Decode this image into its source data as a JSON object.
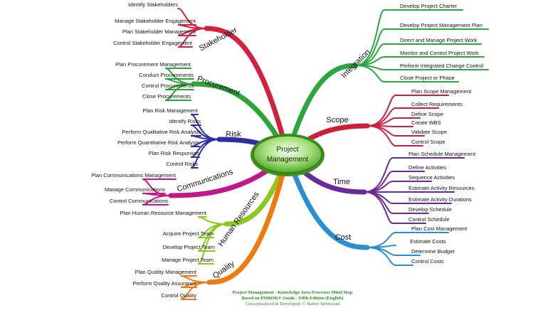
{
  "center": {
    "line1": "Project",
    "line2": "Management"
  },
  "areas": [
    {
      "label": "Stakeholder",
      "color": "#d2213f",
      "processes": [
        "Identify Stakeholders",
        "Manage Stakeholder Engagement",
        "Plan Stakeholder Management",
        "Control Stakeholder Engagement"
      ]
    },
    {
      "label": "Procurement",
      "color": "#2da53a",
      "processes": [
        "Plan Procurement Management",
        "Conduct Procurements",
        "Control Procurements",
        "Close Procurements"
      ]
    },
    {
      "label": "Risk",
      "color": "#2b2fa6",
      "processes": [
        "Plan Risk Management",
        "Identify Risks",
        "Perform Qualitative Risk Analysis",
        "Perform Quantitative Risk Analysis",
        "Plan Risk Responses",
        "Control Risks"
      ]
    },
    {
      "label": "Communications",
      "color": "#c2178a",
      "processes": [
        "Plan Communications Management",
        "Manage Communications",
        "Control Communications"
      ]
    },
    {
      "label": "Human Resources",
      "color": "#8cc91e",
      "processes": [
        "Plan Human Resource Management",
        "Acquire Project Team",
        "Develop Project Team",
        "Manage Project Team"
      ]
    },
    {
      "label": "Quality",
      "color": "#f07a10",
      "processes": [
        "Plan Quality Management",
        "Perform Quality Assurance",
        "Control Quality"
      ]
    },
    {
      "label": "Integration",
      "color": "#2aa640",
      "processes": [
        "Develop Project Charter",
        "Develop Project Management Plan",
        "Direct and Manage Project Work",
        "Monitor and Control Project Work",
        "Perform Integrated Change Control",
        "Close Project or Phase"
      ]
    },
    {
      "label": "Scope",
      "color": "#cc1f3c",
      "processes": [
        "Plan Scope Management",
        "Collect Requirements",
        "Define Scope",
        "Create WBS",
        "Validate Scope",
        "Control Scope"
      ]
    },
    {
      "label": "Time",
      "color": "#6a2a9a",
      "processes": [
        "Plan Schedule Management",
        "Define Activities",
        "Sequence Activities",
        "Estimate Activity Resources",
        "Estimate Activity Durations",
        "Develop Schedule",
        "Control Schedule"
      ]
    },
    {
      "label": "Cost",
      "color": "#2a8fd0",
      "processes": [
        "Plan Cost Management",
        "Estimate Costs",
        "Determine Budget",
        "Control Costs"
      ]
    }
  ],
  "footer": {
    "line1": "Project Management - Knowledge Area Processes Mind Map",
    "line2": "Based on PMBOK® Guide - Fifth Edition (English)",
    "line3": "Conceptualized & Developed: © Baboo Srinivasan"
  }
}
